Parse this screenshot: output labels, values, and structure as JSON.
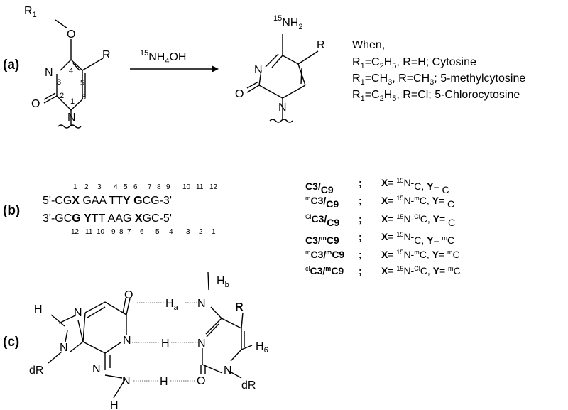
{
  "panels": {
    "a": "(a)",
    "b": "(b)",
    "c": "(c)"
  },
  "reaction": {
    "reagent_prefix": "15",
    "reagent": "NH",
    "reagent_sub": "4",
    "reagent_suffix": "OH",
    "product_label_prefix": "15",
    "product_label": "NH",
    "product_label_sub": "2",
    "reactant_R1": "R",
    "reactant_R1_sub": "1",
    "atom_O": "O",
    "atom_N": "N",
    "atom_R": "R",
    "ring_numbers": [
      "1",
      "2",
      "3",
      "4",
      "5",
      "6"
    ],
    "when": "When,",
    "conditions": [
      {
        "r1": "R",
        "r1_sub": "1",
        "eq": "=C",
        "c_sub": "2",
        "h": "H",
        "h_sub": "5",
        "rest": ", R=H; Cytosine"
      },
      {
        "r1": "R",
        "r1_sub": "1",
        "eq": "=CH",
        "c_sub": "3",
        "h": "",
        "h_sub": "",
        "rest": ", R=CH",
        "rest_sub": "3",
        "rest2": "; 5-methylcytosine"
      },
      {
        "r1": "R",
        "r1_sub": "1",
        "eq": "=C",
        "c_sub": "2",
        "h": "H",
        "h_sub": "5",
        "rest": ", R=Cl; 5-Chlorocytosine"
      }
    ]
  },
  "sequence": {
    "top_numbers": [
      "1",
      "2",
      "3",
      "4",
      "5",
      "6",
      "7",
      "8",
      "9",
      "10",
      "11",
      "12"
    ],
    "top_pre": "5'-CG",
    "top_X": "X",
    "top_mid": " GAA TT",
    "top_Y": "Y",
    "top_space": " ",
    "top_G": "G",
    "top_post": "CG-3'",
    "bot_pre": "3'-GC",
    "bot_G": "G",
    "bot_space": " ",
    "bot_Y": "Y",
    "bot_mid": "TT AAG ",
    "bot_X": "X",
    "bot_post": "GC-5'",
    "bottom_numbers": [
      "12",
      "11",
      "10",
      "9",
      "8",
      "7",
      "6",
      "5",
      "4",
      "3",
      "2",
      "1"
    ]
  },
  "combinations": [
    {
      "pre": "",
      "n1": "C3/",
      "pre2": "",
      "n2": "C9",
      "semi": ";",
      "x": "X",
      "xv": "= ",
      "xsup": "15",
      "xn": "N-",
      "xsup2": "",
      "xc": "C, ",
      "y": "Y",
      "yv": "= ",
      "ysup": "",
      "yc": "C"
    },
    {
      "pre": "m",
      "n1": "C3/",
      "pre2": "",
      "n2": "C9",
      "semi": ";",
      "x": "X",
      "xv": "= ",
      "xsup": "15",
      "xn": "N-",
      "xsup2": "m",
      "xc": "C, ",
      "y": "Y",
      "yv": "= ",
      "ysup": "",
      "yc": "C"
    },
    {
      "pre": "Cl",
      "n1": "C3/",
      "pre2": "",
      "n2": "C9",
      "semi": ";",
      "x": "X",
      "xv": "= ",
      "xsup": "15",
      "xn": "N-",
      "xsup2": "Cl",
      "xc": "C, ",
      "y": "Y",
      "yv": "= ",
      "ysup": "",
      "yc": "C"
    },
    {
      "pre": "",
      "n1": "C3/",
      "pre2": "m",
      "n2": "C9",
      "semi": ";",
      "x": "X",
      "xv": "= ",
      "xsup": "15",
      "xn": "N-",
      "xsup2": "",
      "xc": "C, ",
      "y": "Y",
      "yv": "= ",
      "ysup": "m",
      "yc": "C"
    },
    {
      "pre": "m",
      "n1": "C3/",
      "pre2": "m",
      "n2": "C9",
      "semi": ";",
      "x": "X",
      "xv": "= ",
      "xsup": "15",
      "xn": "N-",
      "xsup2": "m",
      "xc": "C, ",
      "y": "Y",
      "yv": "= ",
      "ysup": "m",
      "yc": "C"
    },
    {
      "pre": "cl",
      "n1": "C3/",
      "pre2": "m",
      "n2": "C9",
      "semi": ";",
      "x": "X",
      "xv": "= ",
      "xsup": "15",
      "xn": "N-",
      "xsup2": "Cl",
      "xc": "C, ",
      "y": "Y",
      "yv": "= ",
      "ysup": "m",
      "yc": "C"
    }
  ],
  "basepair": {
    "H": "H",
    "N": "N",
    "O": "O",
    "dR": "dR",
    "R": "R",
    "Ha": "H",
    "Ha_sub": "a",
    "Hb": "H",
    "Hb_sub": "b",
    "H6": "H",
    "H6_sub": "6"
  }
}
